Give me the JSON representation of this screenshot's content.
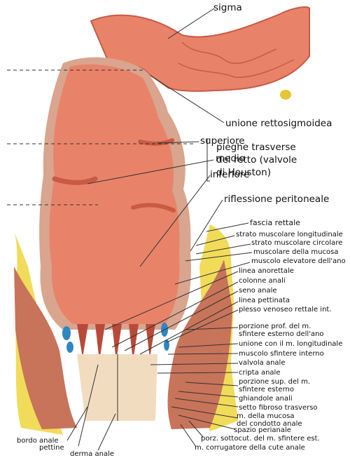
{
  "labels": {
    "sigma": "sigma",
    "unione_rettosigmoidea": "unione rettosigmoidea",
    "superiore": "superiore",
    "medio": "medio",
    "inferiore": "inferiore",
    "pieghe_1": "pieghe trasverse",
    "pieghe_2": "del retto (valvole",
    "pieghe_3": "di Houston)",
    "riflessione_peritoneale": "riflessione peritoneale",
    "fascia_rettale": "fascia rettale",
    "strato_long": "strato muscolare longitudinale",
    "strato_circ": "strato muscolare circolare",
    "muscolare_mucosa": "muscolare della mucosa",
    "elevatore_ano": "muscolo elevatore dell'ano",
    "linea_anorettale": "linea anorettale",
    "colonne_anali": "colonne anali",
    "seno_anale": "seno anale",
    "linea_pettinata": "linea pettinata",
    "plesso_venoso": "plesso venoseo rettale int.",
    "porzione_prof_1": "porzione prof. del m.",
    "porzione_prof_2": "sfintere esterno dell'ano",
    "unione_long": "unione con il m. longitudinale",
    "sfintere_interno": "muscolo sfintere interno",
    "valvola_anale": "valvola anale",
    "cripta_anale": "cripta anale",
    "porzione_sup_1": "porzione sup. del m.",
    "porzione_sup_2": "sfintere esterno",
    "ghiandole_anali": "ghiandole anali",
    "setto_fibroso": "setto fibroso trasverso",
    "mucosa_1": "m. della mucosa",
    "mucosa_2": "del condotto anale",
    "spazio_perianale": "spazio perianale",
    "porz_sottocut": "porz. sottocut. del m. sfintere est.",
    "corrugatore": "m. corrugatore della cute anale",
    "bordo_anale": "bordo anale",
    "pettine": "pettine",
    "derma_anale": "derma anale"
  },
  "colors": {
    "mucosa": "#e8836a",
    "mucosa_dark": "#c95a45",
    "wall": "#d9a58e",
    "serosa": "#f4d3c3",
    "fat": "#f1dc5a",
    "muscle": "#c7745a",
    "vein": "#2e86c1",
    "skin": "#f2dcc0",
    "line": "#333333"
  }
}
